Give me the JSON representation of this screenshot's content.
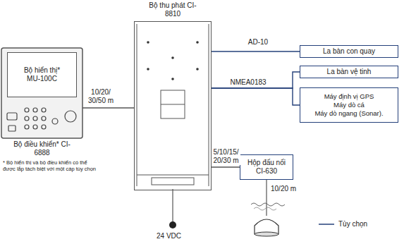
{
  "diagram": {
    "nodes": [
      {
        "text": [
          "Bộ thu phát CI-8810"
        ]
      },
      {
        "text": [
          "Bộ hiển thị* MU-100C"
        ]
      },
      {
        "text": [
          "Bộ điều khiển* CI-6888"
        ]
      },
      {
        "text": [
          "La bàn con quay"
        ]
      },
      {
        "text": [
          "La bàn vệ tinh"
        ]
      },
      {
        "text": [
          "Máy định vị GPS",
          "Máy dò cá",
          "Máy dò ngang (Sonar)."
        ]
      },
      {
        "text": [
          "Hộp đấu nối CI-630"
        ]
      }
    ],
    "edges": [
      {
        "from": 2,
        "to": 0,
        "arrow": "none",
        "label": "10/20/ 30/50 m"
      },
      {
        "from": 0,
        "to": 3,
        "arrow": "none",
        "label": "AD-10"
      },
      {
        "from": 0,
        "to": 4,
        "arrow": "none",
        "label": "NMEA0183"
      },
      {
        "from": 0,
        "to": 5,
        "arrow": "none"
      },
      {
        "from": 0,
        "to": 6,
        "arrow": "none",
        "label": "5/10/15/ 20/30 m"
      }
    ],
    "labels": [
      "* Bộ hiển thị và bộ điều khiển có thể được lắp tách biệt với một cáp tùy chọn",
      "24 VDC",
      "10/20 m"
    ],
    "legend": [
      {
        "text": "Tùy chọn"
      }
    ]
  }
}
